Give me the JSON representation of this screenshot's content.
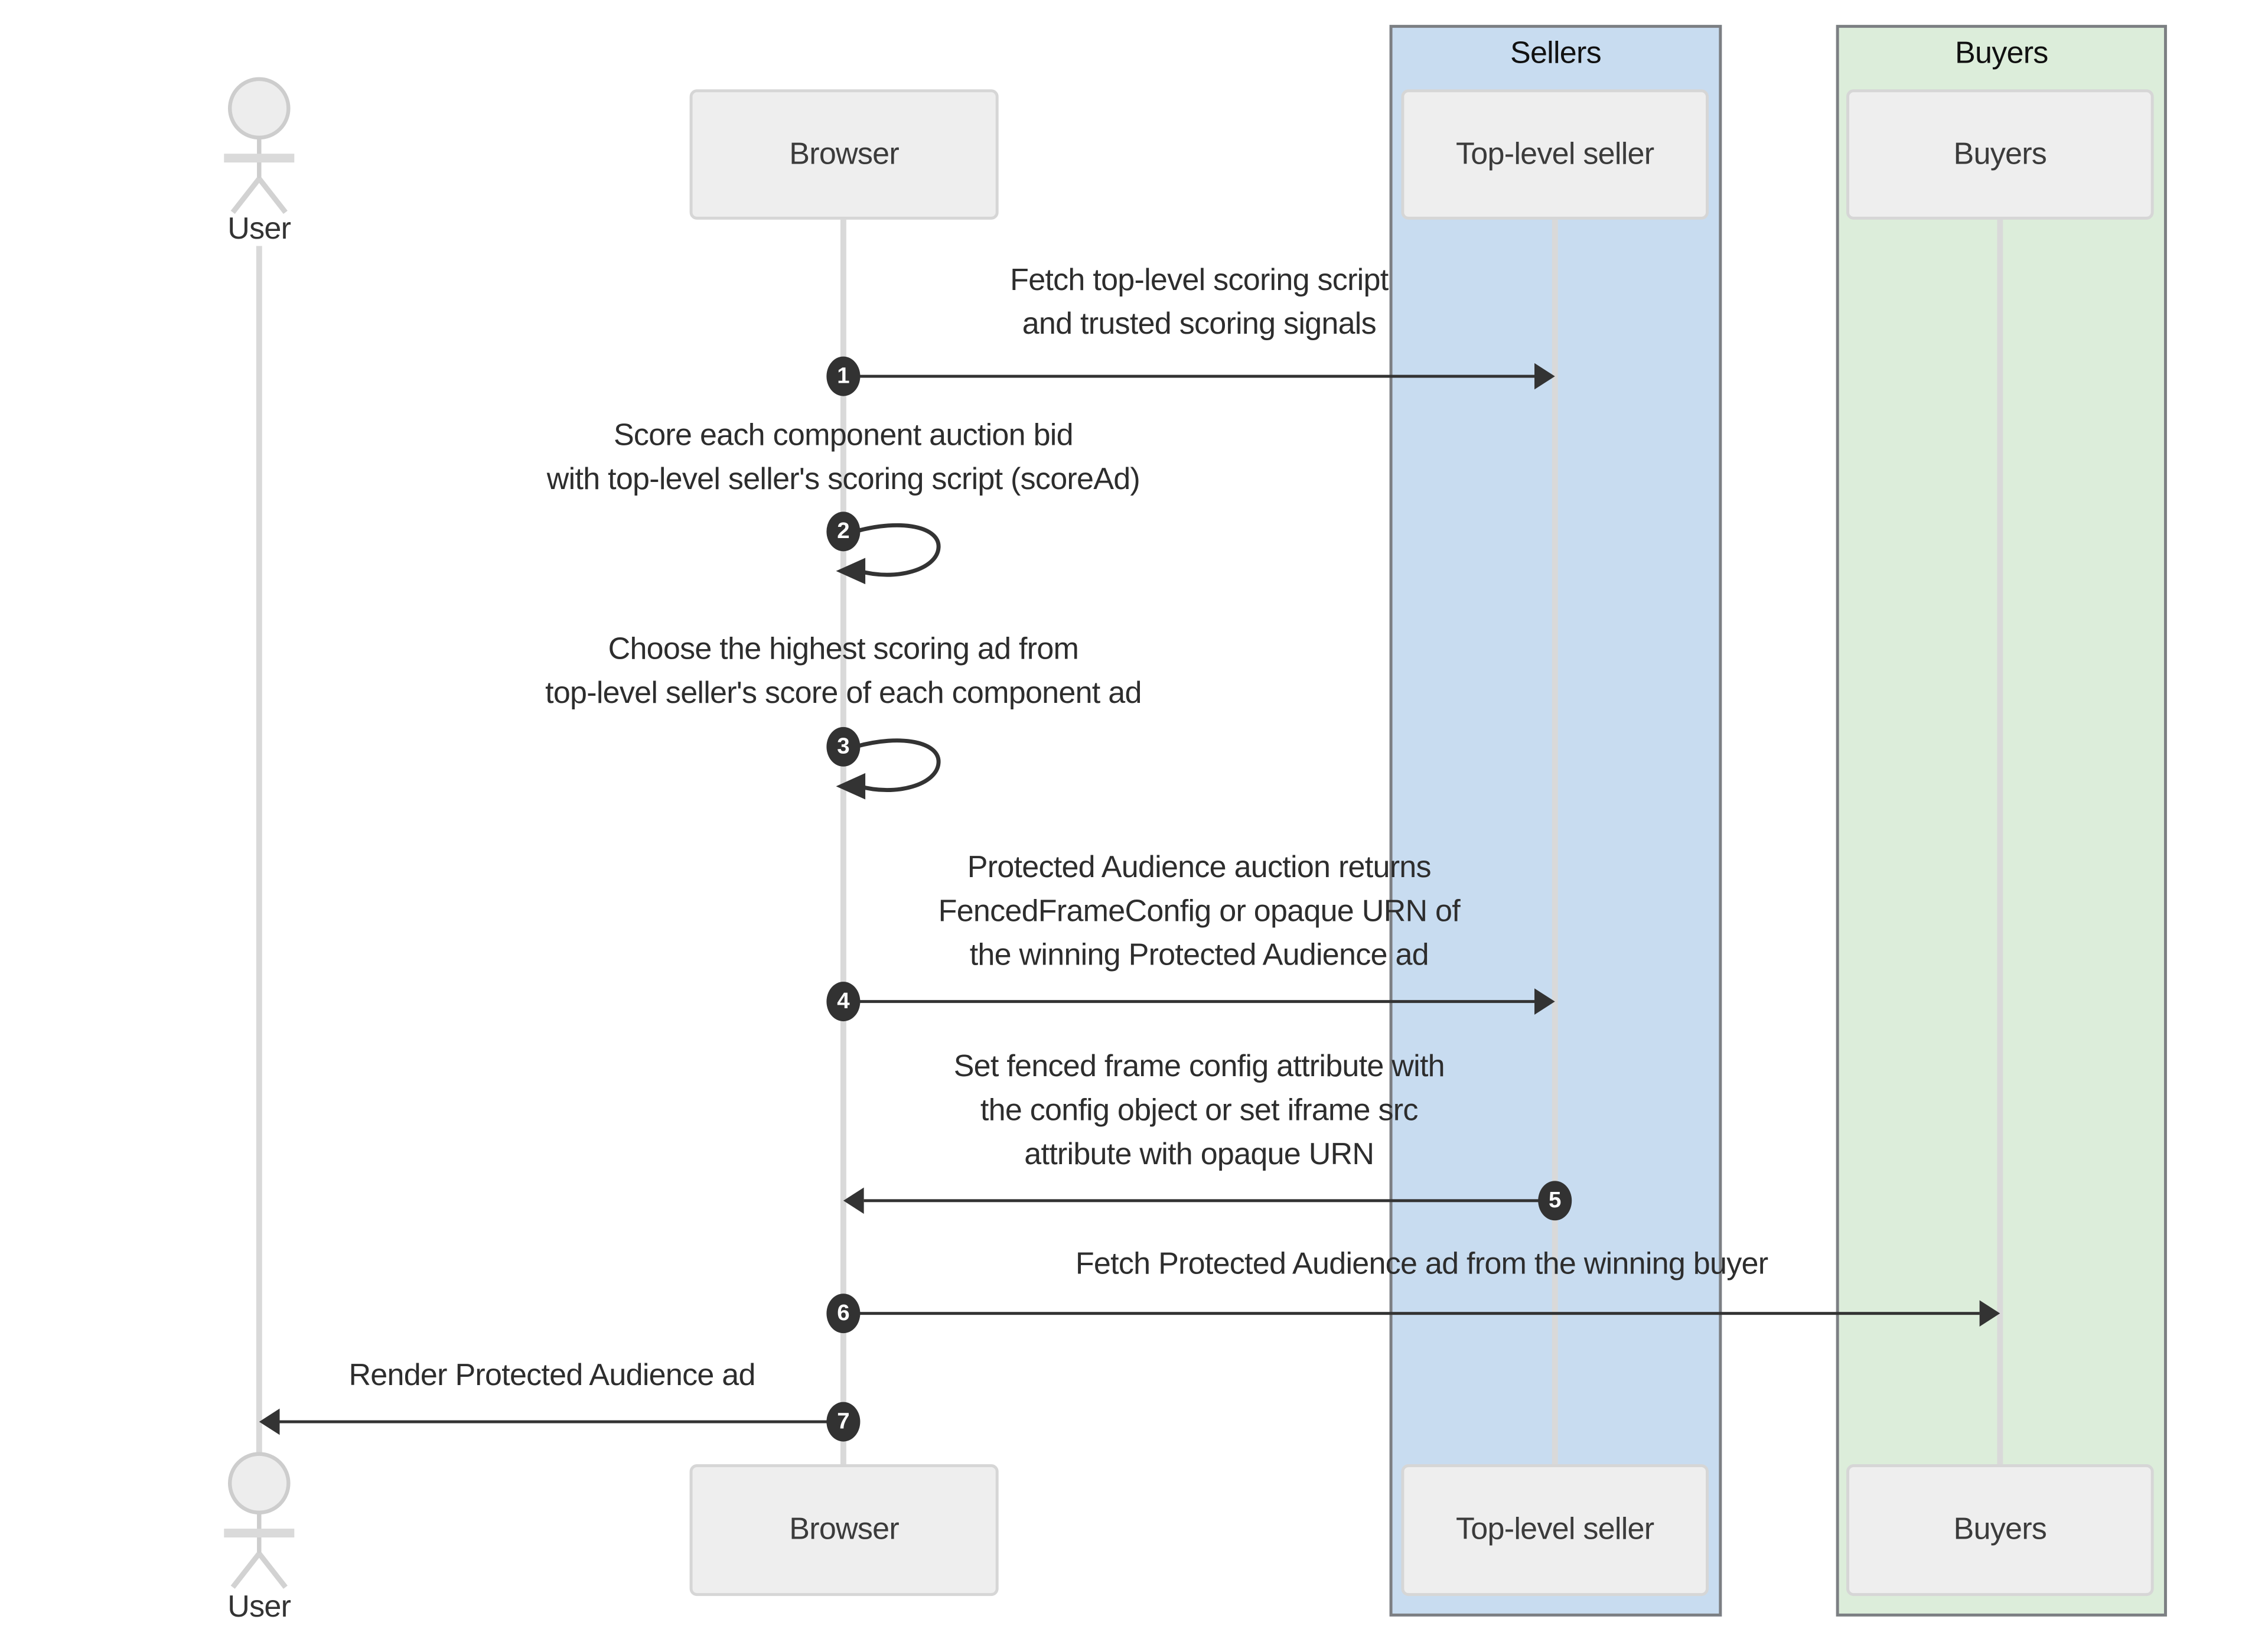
{
  "diagram": {
    "type": "sequence-diagram",
    "actors": {
      "user": {
        "label": "User"
      },
      "browser": {
        "label": "Browser"
      },
      "top_level_seller": {
        "label": "Top-level seller"
      },
      "buyers": {
        "label": "Buyers"
      }
    },
    "groups": {
      "sellers": {
        "label": "Sellers",
        "fill": "#c8dcf0",
        "border": "#7c7f83"
      },
      "buyers": {
        "label": "Buyers",
        "fill": "#dcedda",
        "border": "#7c7f83"
      }
    },
    "messages": [
      {
        "num": "1",
        "from": "browser",
        "to": "top_level_seller",
        "kind": "solid-arrow",
        "lines": [
          "Fetch top-level scoring script",
          "and trusted scoring signals"
        ]
      },
      {
        "num": "2",
        "from": "browser",
        "to": "browser",
        "kind": "self-loop",
        "lines": [
          "Score each component auction bid",
          "with top-level seller's scoring script (scoreAd)"
        ]
      },
      {
        "num": "3",
        "from": "browser",
        "to": "browser",
        "kind": "self-loop",
        "lines": [
          "Choose the highest scoring ad from",
          "top-level seller's score of each component ad"
        ]
      },
      {
        "num": "4",
        "from": "browser",
        "to": "top_level_seller",
        "kind": "solid-arrow",
        "lines": [
          "Protected Audience auction returns",
          "FencedFrameConfig or opaque URN of",
          "the winning Protected Audience ad"
        ]
      },
      {
        "num": "5",
        "from": "top_level_seller",
        "to": "browser",
        "kind": "solid-arrow",
        "lines": [
          "Set fenced frame config attribute with",
          "the config object or set iframe src",
          "attribute with opaque URN"
        ]
      },
      {
        "num": "6",
        "from": "browser",
        "to": "buyers",
        "kind": "solid-arrow",
        "lines": [
          "Fetch Protected Audience ad from the winning buyer"
        ]
      },
      {
        "num": "7",
        "from": "browser",
        "to": "user",
        "kind": "solid-arrow",
        "lines": [
          "Render Protected Audience ad"
        ]
      }
    ],
    "colors": {
      "background": "#ffffff",
      "sellers_fill": "#c8dcf0",
      "buyers_fill": "#dcedda",
      "group_border": "#7c7f83",
      "participant_fill": "#eeeeee",
      "participant_border": "#d6d6d6",
      "lifeline": "#d9d9d9",
      "arrow": "#333333",
      "badge_fill": "#323232",
      "badge_text": "#ffffff",
      "message_text": "#2d2d2d"
    }
  }
}
